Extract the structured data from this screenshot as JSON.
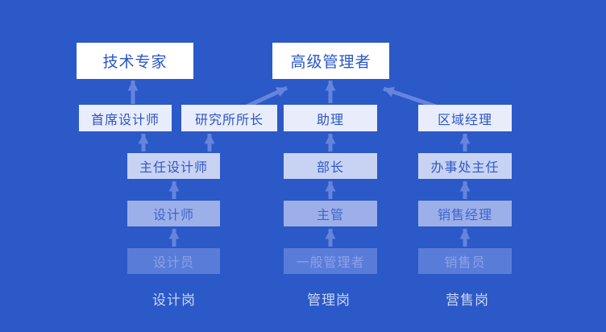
{
  "diagram_type": "career-path-org-chart",
  "nodes": {
    "tech_expert": "技术专家",
    "senior_manager": "高级管理者",
    "chief_designer": "首席设计师",
    "institute_director": "研究所所长",
    "assistant": "助理",
    "regional_manager": "区域经理",
    "director_designer": "主任设计师",
    "minister": "部长",
    "office_director": "办事处主任",
    "designer": "设计师",
    "supervisor": "主管",
    "sales_manager": "销售经理",
    "draftsman": "设计员",
    "general_manager": "一般管理者",
    "salesperson": "销售员"
  },
  "column_labels": {
    "design": "设计岗",
    "management": "管理岗",
    "sales": "营售岗"
  },
  "edges": [
    {
      "from": "chief_designer",
      "to": "tech_expert"
    },
    {
      "from": "director_designer",
      "to": "chief_designer"
    },
    {
      "from": "director_designer",
      "to": "institute_director"
    },
    {
      "from": "designer",
      "to": "director_designer"
    },
    {
      "from": "draftsman",
      "to": "designer"
    },
    {
      "from": "institute_director",
      "to": "senior_manager"
    },
    {
      "from": "assistant",
      "to": "senior_manager"
    },
    {
      "from": "minister",
      "to": "assistant"
    },
    {
      "from": "supervisor",
      "to": "minister"
    },
    {
      "from": "general_manager",
      "to": "supervisor"
    },
    {
      "from": "regional_manager",
      "to": "senior_manager"
    },
    {
      "from": "office_director",
      "to": "regional_manager"
    },
    {
      "from": "sales_manager",
      "to": "office_director"
    },
    {
      "from": "salesperson",
      "to": "sales_manager"
    }
  ],
  "colors": {
    "background": "#2b59c7",
    "arrow": "#6584de",
    "tier1_bg": "#ffffff",
    "tier1_text": "#2856c8",
    "tier2_bg": "#e9edfb",
    "tier2_text": "#2b55c7",
    "tier3_bg": "#c8d3f3",
    "tier3_text": "#2f58c8",
    "tier4_bg": "#9cafe9",
    "tier4_text": "#3e64cd",
    "tier5_bg": "#5a7cd9",
    "tier5_text": "#8ba2e6",
    "column_label_text": "#ccd6f5"
  }
}
